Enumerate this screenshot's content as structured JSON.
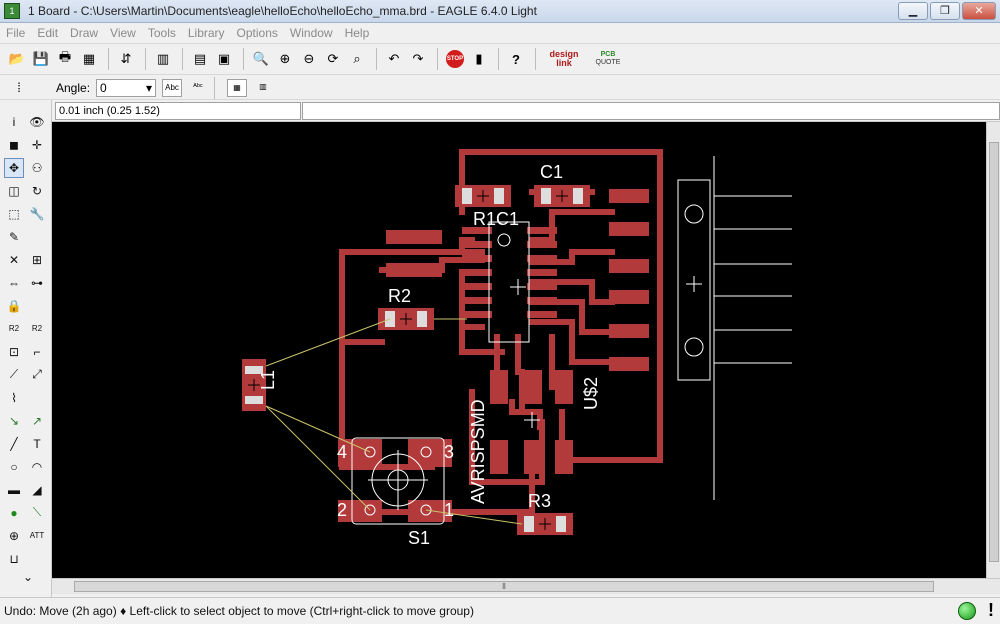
{
  "window": {
    "title": "1 Board - C:\\Users\\Martin\\Documents\\eagle\\helloEcho\\helloEcho_mma.brd - EAGLE 6.4.0 Light",
    "minimize": "▁",
    "maximize": "❐",
    "close": "✕"
  },
  "menu": [
    "File",
    "Edit",
    "Draw",
    "View",
    "Tools",
    "Library",
    "Options",
    "Window",
    "Help"
  ],
  "toolbar": {
    "brand_design_link": "design",
    "brand_design_link2": "link",
    "brand_pcb": "PCB",
    "brand_quote": "QUOTE",
    "stop": "STOP",
    "help": "?"
  },
  "params": {
    "angle_label": "Angle:",
    "angle_value": "0"
  },
  "coords": "0.01 inch (0.25 1.52)",
  "board": {
    "labels": {
      "c1": "C1",
      "r1c1": "R1C1",
      "r2": "R2",
      "l1": "L1",
      "u2": "U$2",
      "avr": "AVRISPSMD",
      "r3": "R3",
      "s1": "S1",
      "pin4": "4",
      "pin3": "3",
      "pin2": "2",
      "pin1": "1"
    }
  },
  "status": "Undo: Move (2h ago)  ♦ Left-click to select object to move (Ctrl+right-click to move group)",
  "colors": {
    "trace": "#b23a3a",
    "pad": "#b23a3a",
    "silkscreen": "#ffffff",
    "airwire": "#c9c46a"
  }
}
